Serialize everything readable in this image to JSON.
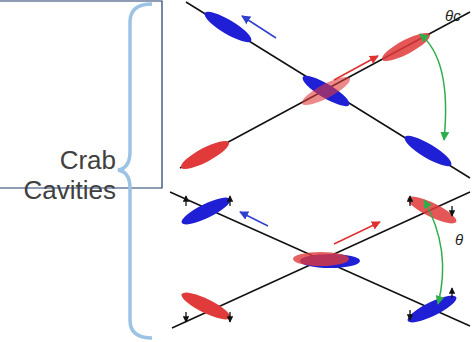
{
  "diagram": {
    "labels": [
      "Crab Cavities",
      "θc",
      "θ"
    ]
  }
}
